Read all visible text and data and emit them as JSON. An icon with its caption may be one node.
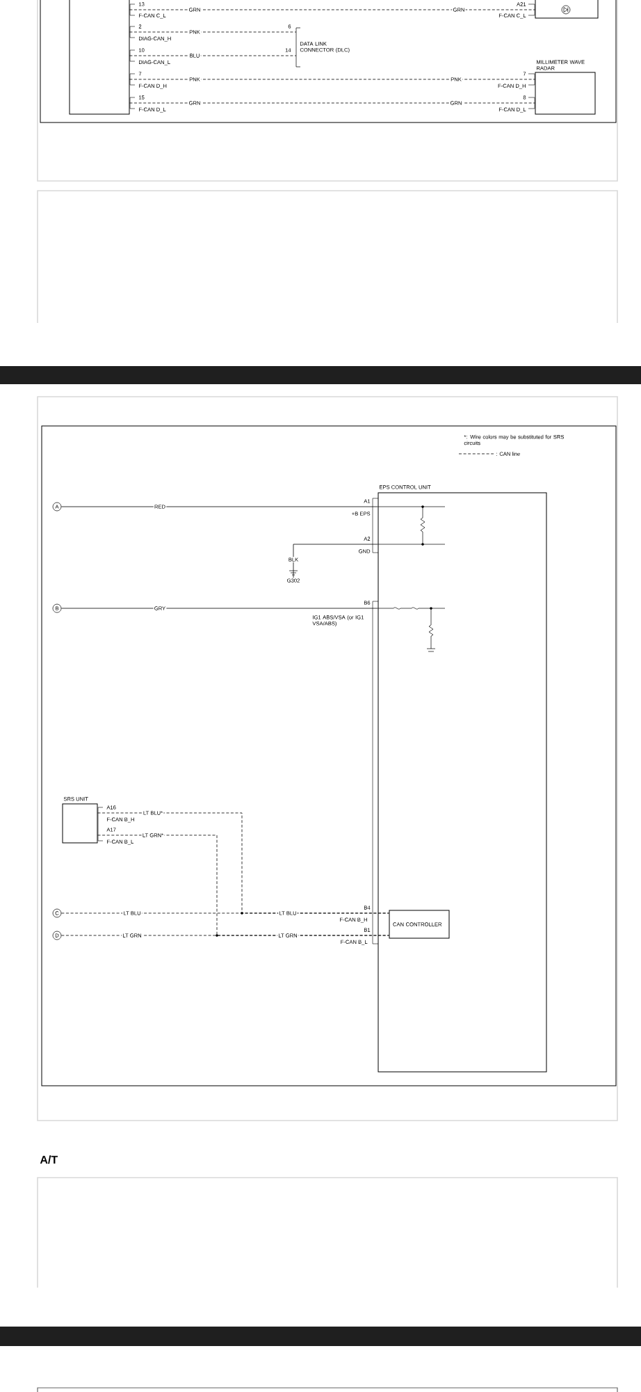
{
  "diagram": {
    "nodes": [
      {
        "text": [],
        "shape": "box"
      },
      {
        "text": [],
        "shape": "box"
      },
      {
        "text": [
          "DATA LINK CONNECTOR (DLC)"
        ]
      },
      {
        "text": [
          "MILLIMETER WAVE RADAR"
        ]
      },
      {
        "text": [
          "EPS CONTROL UNIT"
        ]
      },
      {
        "text": [
          "A"
        ]
      },
      {
        "text": [
          "B"
        ]
      },
      {
        "text": [
          "G302"
        ]
      },
      {
        "text": [
          "SRS UNIT"
        ]
      },
      {
        "text": [
          "C"
        ]
      },
      {
        "text": [
          "D"
        ]
      },
      {
        "text": [
          "CAN CONTROLLER"
        ],
        "in": 4
      }
    ],
    "edges": [
      {
        "from": 0,
        "to": 1,
        "arrow": "none",
        "label": "GRN",
        "style": "dashed"
      },
      {
        "from": 0,
        "to": 2,
        "arrow": "none",
        "label": "PNK",
        "style": "dashed"
      },
      {
        "from": 0,
        "to": 2,
        "arrow": "none",
        "label": "BLU",
        "style": "dashed"
      },
      {
        "from": 0,
        "to": 3,
        "arrow": "none",
        "label": "PNK",
        "style": "dashed"
      },
      {
        "from": 0,
        "to": 3,
        "arrow": "none",
        "label": "GRN",
        "style": "dashed"
      },
      {
        "from": 5,
        "to": 4,
        "arrow": "none",
        "label": "RED"
      },
      {
        "from": 7,
        "to": 4,
        "arrow": "none",
        "label": "BLK"
      },
      {
        "from": 6,
        "to": 4,
        "arrow": "none",
        "label": "GRY"
      },
      {
        "from": 8,
        "to": 11,
        "arrow": "none",
        "label": "LT BLU*",
        "style": "dashed"
      },
      {
        "from": 8,
        "to": 11,
        "arrow": "none",
        "label": "LT GRN*",
        "style": "dashed"
      },
      {
        "from": 9,
        "to": 11,
        "arrow": "none",
        "label": "LT BLU",
        "style": "dashed"
      },
      {
        "from": 10,
        "to": 11,
        "arrow": "none",
        "label": "LT GRN",
        "style": "dashed"
      }
    ],
    "labels": [
      "13",
      "F-CAN C_L",
      "GRN",
      "A21",
      "F-CAN C_L",
      "2",
      "DIAG-CAN_H",
      "6",
      "10",
      "DIAG-CAN_L",
      "14",
      "7",
      "F-CAN D_H",
      "PNK",
      "7",
      "F-CAN D_H",
      "15",
      "F-CAN D_L",
      "GRN",
      "8",
      "F-CAN D_L",
      "*: Wire colors may be substituted for SRS circuits",
      "A1",
      "+B EPS",
      "A2",
      "GND",
      "B6",
      "IG1 ABS/VSA (or IG1 VSA/ABS)",
      "A16",
      "F-CAN B_H",
      "A17",
      "F-CAN B_L",
      "LT BLU",
      "B4",
      "F-CAN B_H",
      "LT GRN",
      "B1",
      "F-CAN B_L",
      "A/T"
    ],
    "legend": [
      {
        "text": ": CAN line"
      }
    ]
  }
}
